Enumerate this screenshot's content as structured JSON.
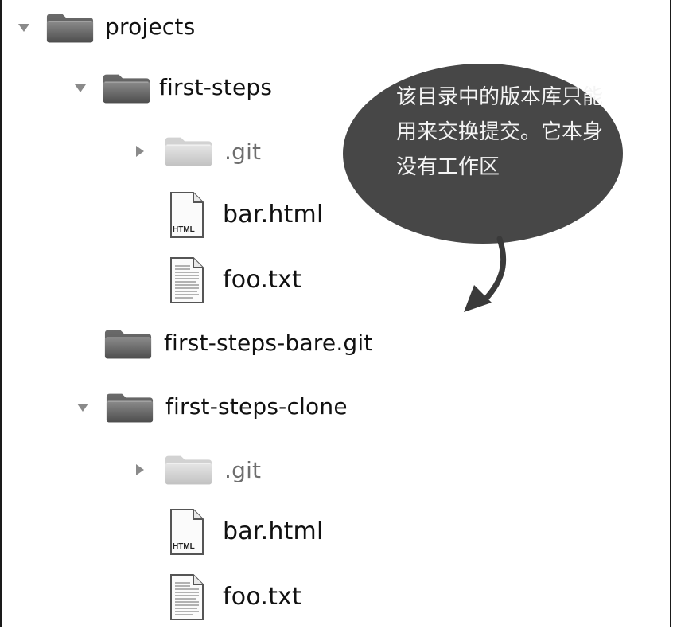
{
  "tree": {
    "root": {
      "label": "projects",
      "icon": "folder-icon",
      "expanded": true
    },
    "first_steps": {
      "label": "first-steps",
      "icon": "folder-icon",
      "expanded": true,
      "git": {
        "label": ".git",
        "icon": "folder-icon",
        "expanded": false
      },
      "bar": {
        "label": "bar.html",
        "icon": "html-file-icon",
        "badge": "HTML"
      },
      "foo": {
        "label": "foo.txt",
        "icon": "text-file-icon"
      }
    },
    "bare": {
      "label": "first-steps-bare.git",
      "icon": "folder-icon"
    },
    "clone": {
      "label": "first-steps-clone",
      "icon": "folder-icon",
      "expanded": true,
      "git": {
        "label": ".git",
        "icon": "folder-icon",
        "expanded": false
      },
      "bar": {
        "label": "bar.html",
        "icon": "html-file-icon",
        "badge": "HTML"
      },
      "foo": {
        "label": "foo.txt",
        "icon": "text-file-icon"
      }
    }
  },
  "callout": {
    "lines": [
      "该目录中的版本库只能",
      "用来交换提交。它本身",
      "没有工作区"
    ],
    "fill": "#474747"
  },
  "colors": {
    "folder": "#6f6f6f",
    "folder_dim": "#cfcfcf",
    "text": "#111111",
    "text_dim": "#6e6e6e",
    "arrow": "#3a3a3a"
  }
}
